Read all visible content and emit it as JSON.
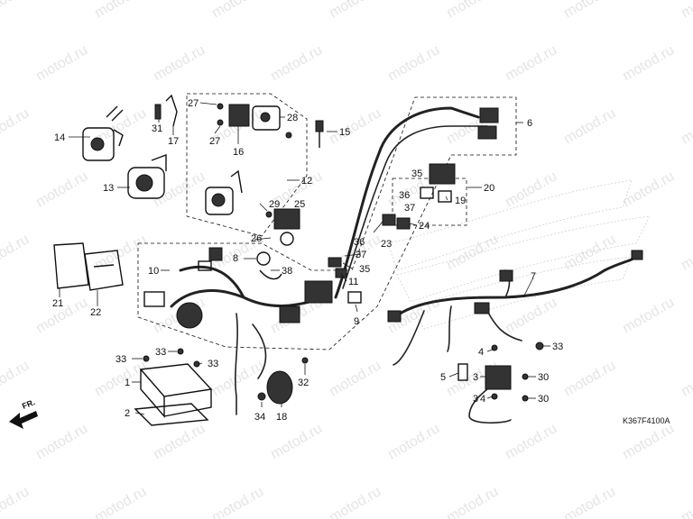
{
  "watermark": "motod.ru",
  "diagram_code": "K367F4100A",
  "direction_label": "FR.",
  "callouts": [
    {
      "id": "c1",
      "text": "1"
    },
    {
      "id": "c2",
      "text": "2"
    },
    {
      "id": "c3",
      "text": "3"
    },
    {
      "id": "c3b",
      "text": "3"
    },
    {
      "id": "c4",
      "text": "4"
    },
    {
      "id": "c4b",
      "text": "4"
    },
    {
      "id": "c5",
      "text": "5"
    },
    {
      "id": "c6",
      "text": "6"
    },
    {
      "id": "c7",
      "text": "7"
    },
    {
      "id": "c8",
      "text": "8"
    },
    {
      "id": "c9",
      "text": "9"
    },
    {
      "id": "c10",
      "text": "10"
    },
    {
      "id": "c11",
      "text": "11"
    },
    {
      "id": "c12",
      "text": "12"
    },
    {
      "id": "c13",
      "text": "13"
    },
    {
      "id": "c14",
      "text": "14"
    },
    {
      "id": "c15",
      "text": "15"
    },
    {
      "id": "c16",
      "text": "16"
    },
    {
      "id": "c17",
      "text": "17"
    },
    {
      "id": "c18",
      "text": "18"
    },
    {
      "id": "c19",
      "text": "19"
    },
    {
      "id": "c20",
      "text": "20"
    },
    {
      "id": "c21",
      "text": "21"
    },
    {
      "id": "c22",
      "text": "22"
    },
    {
      "id": "c23",
      "text": "23"
    },
    {
      "id": "c24",
      "text": "24"
    },
    {
      "id": "c25",
      "text": "25"
    },
    {
      "id": "c26",
      "text": "26"
    },
    {
      "id": "c27",
      "text": "27"
    },
    {
      "id": "c27b",
      "text": "27"
    },
    {
      "id": "c28",
      "text": "28"
    },
    {
      "id": "c29",
      "text": "29"
    },
    {
      "id": "c30",
      "text": "30"
    },
    {
      "id": "c30b",
      "text": "30"
    },
    {
      "id": "c31",
      "text": "31"
    },
    {
      "id": "c32",
      "text": "32"
    },
    {
      "id": "c33",
      "text": "33"
    },
    {
      "id": "c33b",
      "text": "33"
    },
    {
      "id": "c33c",
      "text": "33"
    },
    {
      "id": "c33d",
      "text": "33"
    },
    {
      "id": "c34",
      "text": "34"
    },
    {
      "id": "c35",
      "text": "35"
    },
    {
      "id": "c35b",
      "text": "35"
    },
    {
      "id": "c36",
      "text": "36"
    },
    {
      "id": "c36b",
      "text": "36"
    },
    {
      "id": "c37",
      "text": "37"
    },
    {
      "id": "c37b",
      "text": "37"
    },
    {
      "id": "c38",
      "text": "38"
    }
  ]
}
